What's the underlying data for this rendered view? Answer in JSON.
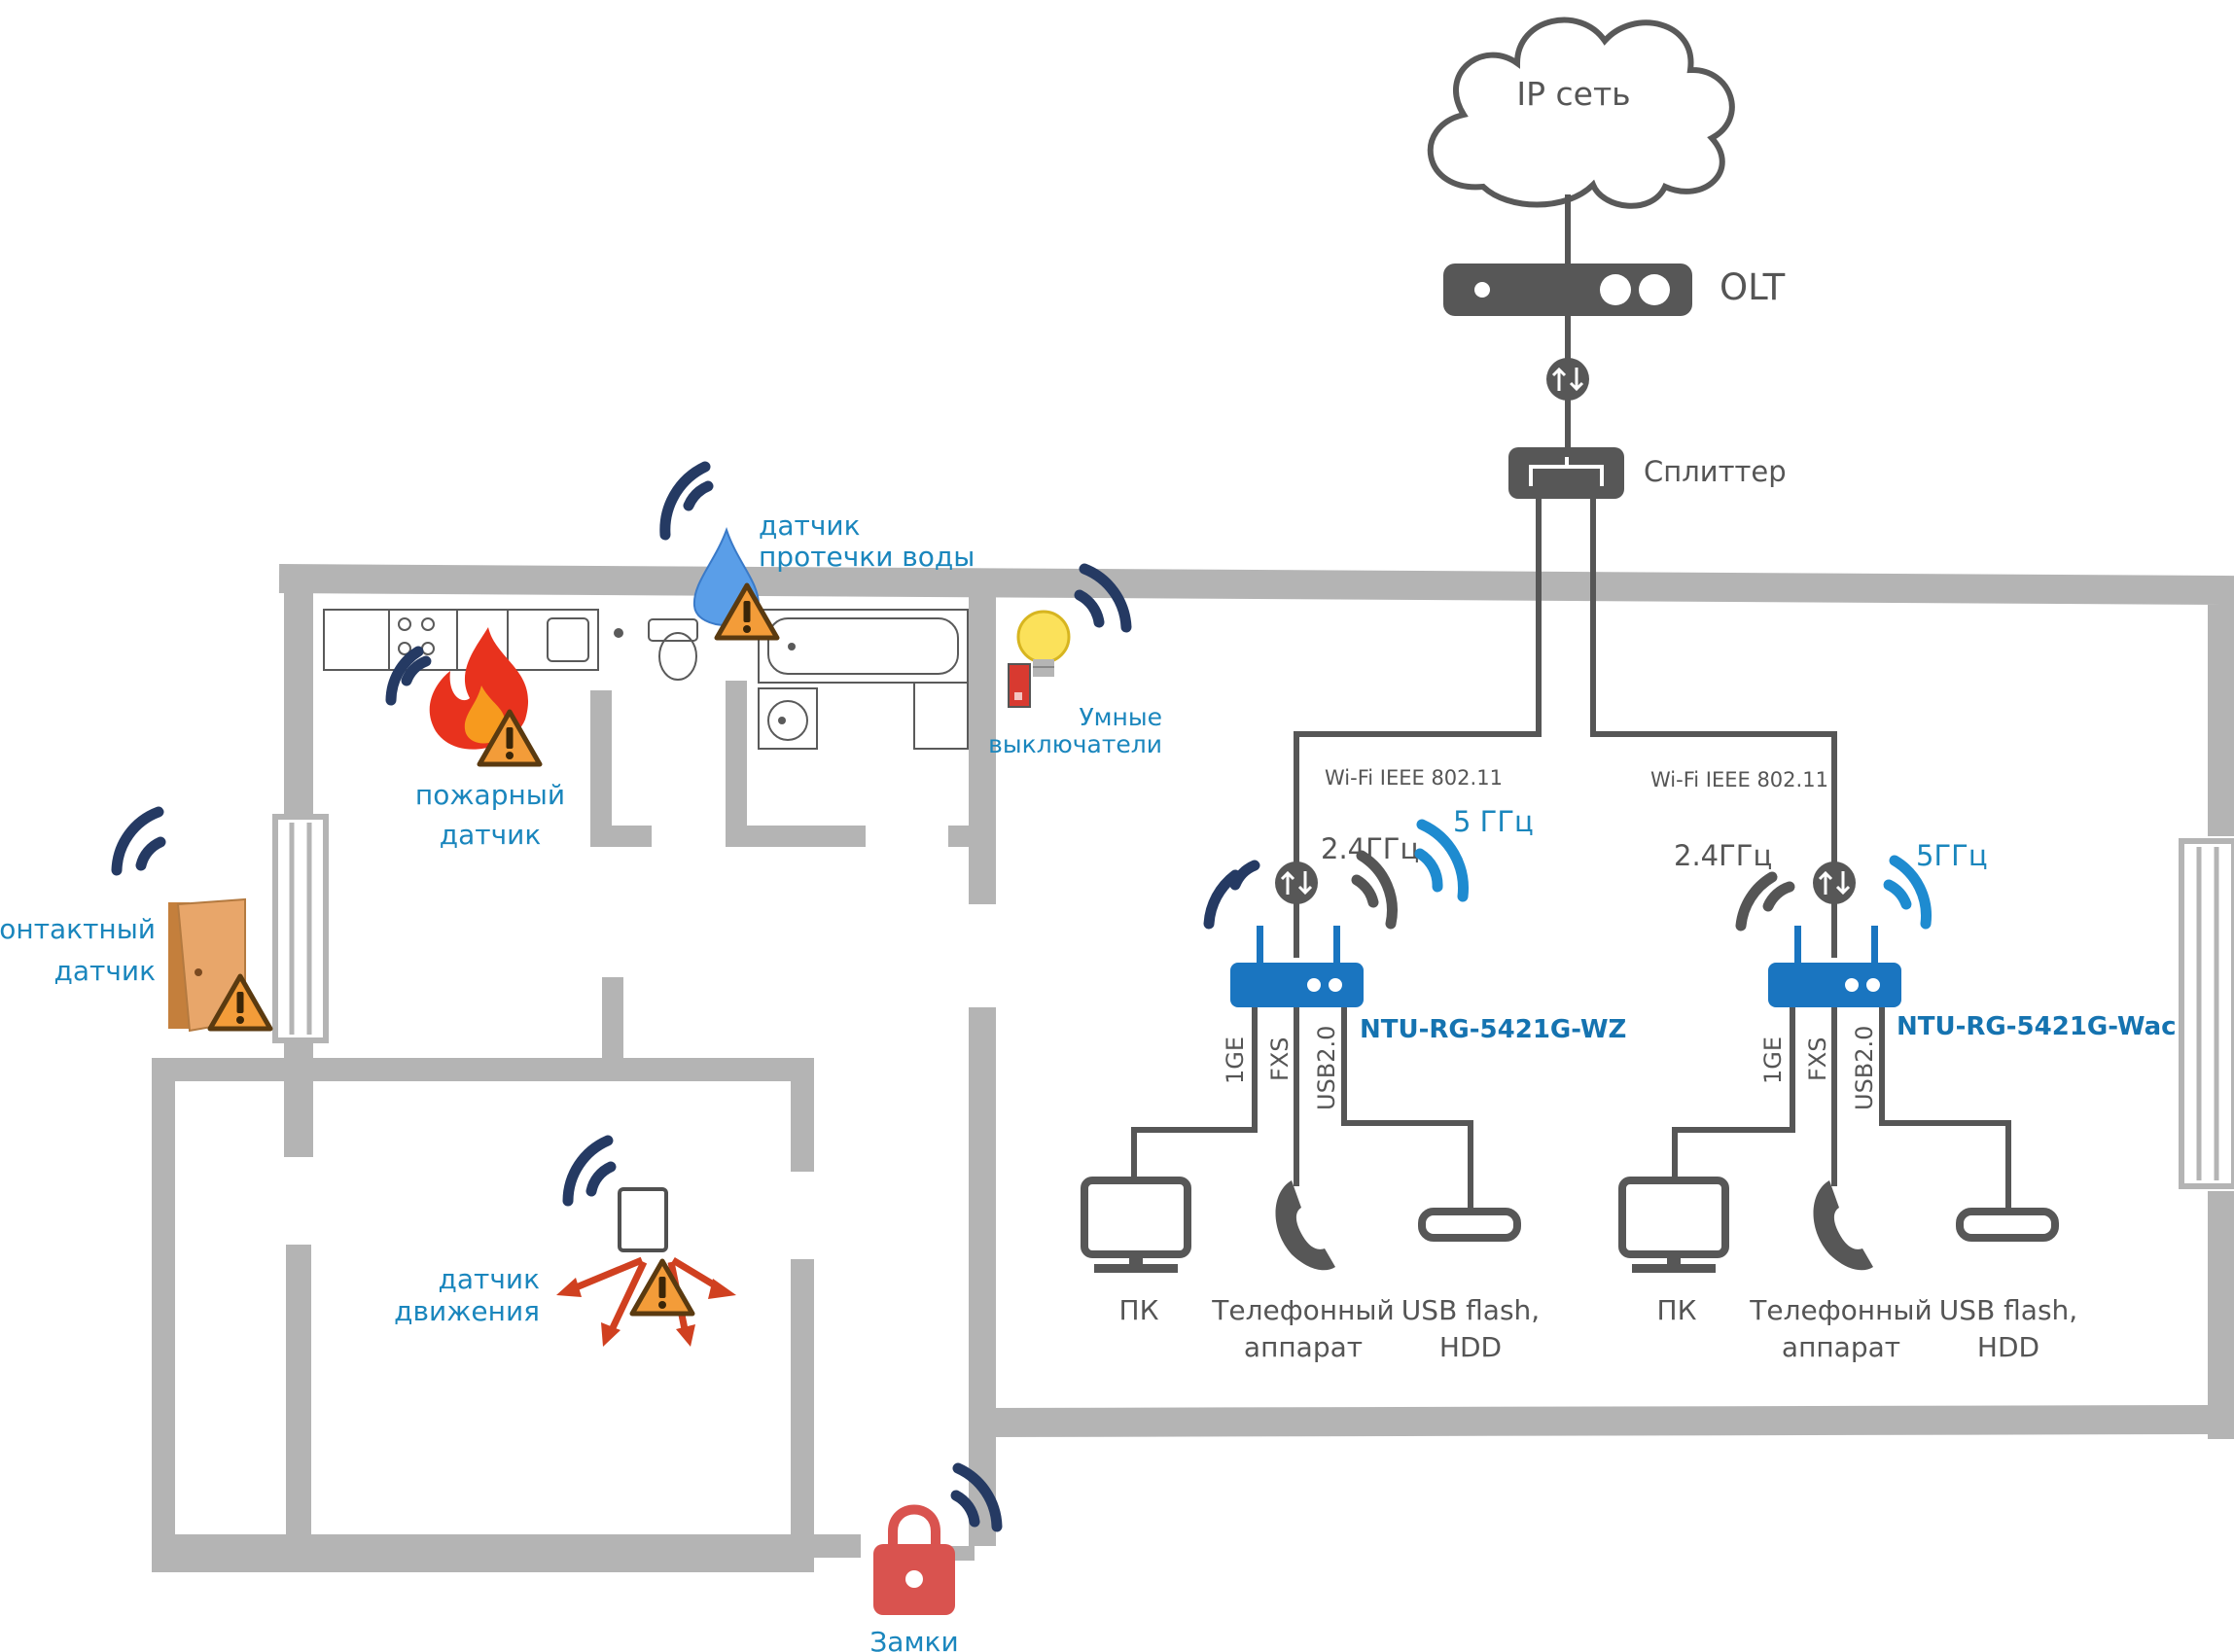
{
  "network": {
    "cloud_label": "IP сеть",
    "olt_label": "OLT",
    "splitter_label": "Сплиттер"
  },
  "routers": [
    {
      "name": "NTU-RG-5421G-WZ",
      "wifi_label": "Wi-Fi IEEE 802.11",
      "band_24": "2.4ГГц",
      "band_5": "5 ГГц",
      "ports": [
        "1GE",
        "FXS",
        "USB2.0"
      ],
      "devices": [
        {
          "icon": "pc-monitor-icon",
          "label": [
            "ПК"
          ]
        },
        {
          "icon": "telephone-icon",
          "label": [
            "Телефонный",
            "аппарат"
          ]
        },
        {
          "icon": "usb-flash-icon",
          "label": [
            "USB flash,",
            "HDD"
          ]
        }
      ]
    },
    {
      "name": "NTU-RG-5421G-Wac",
      "wifi_label": "Wi-Fi IEEE 802.11",
      "band_24": "2.4ГГц",
      "band_5": "5ГГц",
      "ports": [
        "1GE",
        "FXS",
        "USB2.0"
      ],
      "devices": [
        {
          "icon": "pc-monitor-icon",
          "label": [
            "ПК"
          ]
        },
        {
          "icon": "telephone-icon",
          "label": [
            "Телефонный",
            "аппарат"
          ]
        },
        {
          "icon": "usb-flash-icon",
          "label": [
            "USB flash,",
            "HDD"
          ]
        }
      ]
    }
  ],
  "sensors": {
    "water": [
      "датчик",
      "протечки воды"
    ],
    "switches": [
      "Умные",
      "выключатели"
    ],
    "fire": [
      "пожарный",
      "датчик"
    ],
    "contact": [
      "контактный",
      "датчик"
    ],
    "motion": [
      "датчик",
      "движения"
    ],
    "locks": [
      "Замки"
    ]
  },
  "colors": {
    "wall": "#b4b4b4",
    "device_dark": "#575757",
    "router_blue": "#1a75c0",
    "label_blue": "#1a86bd",
    "wave_dark": "#253a63",
    "warning_orange": "#f39c39",
    "lock_red": "#d9534f",
    "fire_red": "#e8321d",
    "motion_arrow": "#d04020"
  }
}
